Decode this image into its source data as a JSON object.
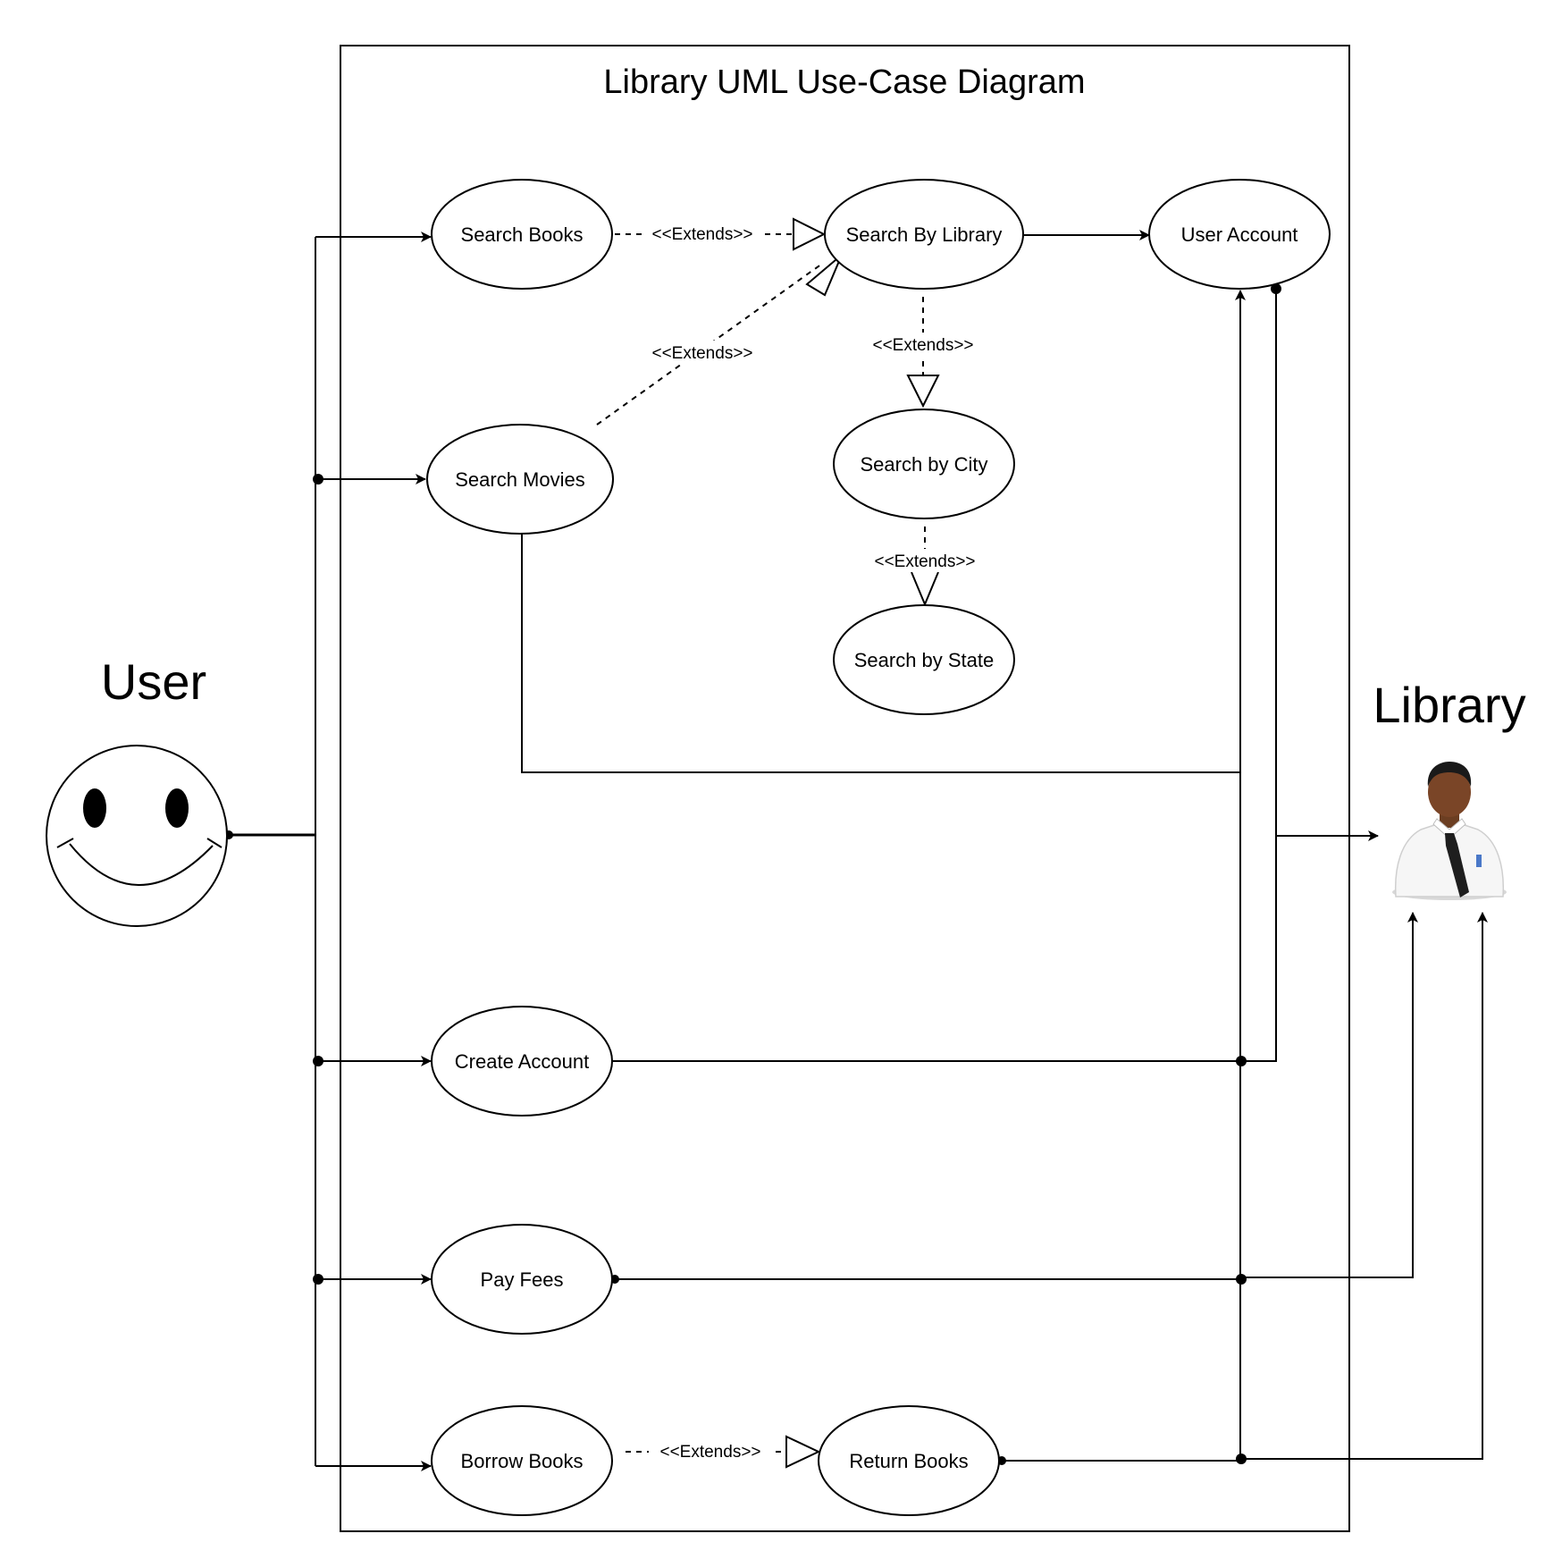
{
  "title": "Library UML Use-Case Diagram",
  "actors": {
    "user": "User",
    "library": "Library"
  },
  "use_cases": {
    "search_books": "Search Books",
    "search_by_library": "Search By Library",
    "user_account": "User Account",
    "search_movies": "Search Movies",
    "search_by_city": "Search by City",
    "search_by_state": "Search by State",
    "create_account": "Create Account",
    "pay_fees": "Pay Fees",
    "borrow_books": "Borrow Books",
    "return_books": "Return Books"
  },
  "relations": {
    "books_to_library": "<<Extends>>",
    "movies_to_library": "<<Extends>>",
    "library_to_city": "<<Extends>>",
    "city_to_state": "<<Extends>>",
    "borrow_to_return": "<<Extends>>"
  }
}
